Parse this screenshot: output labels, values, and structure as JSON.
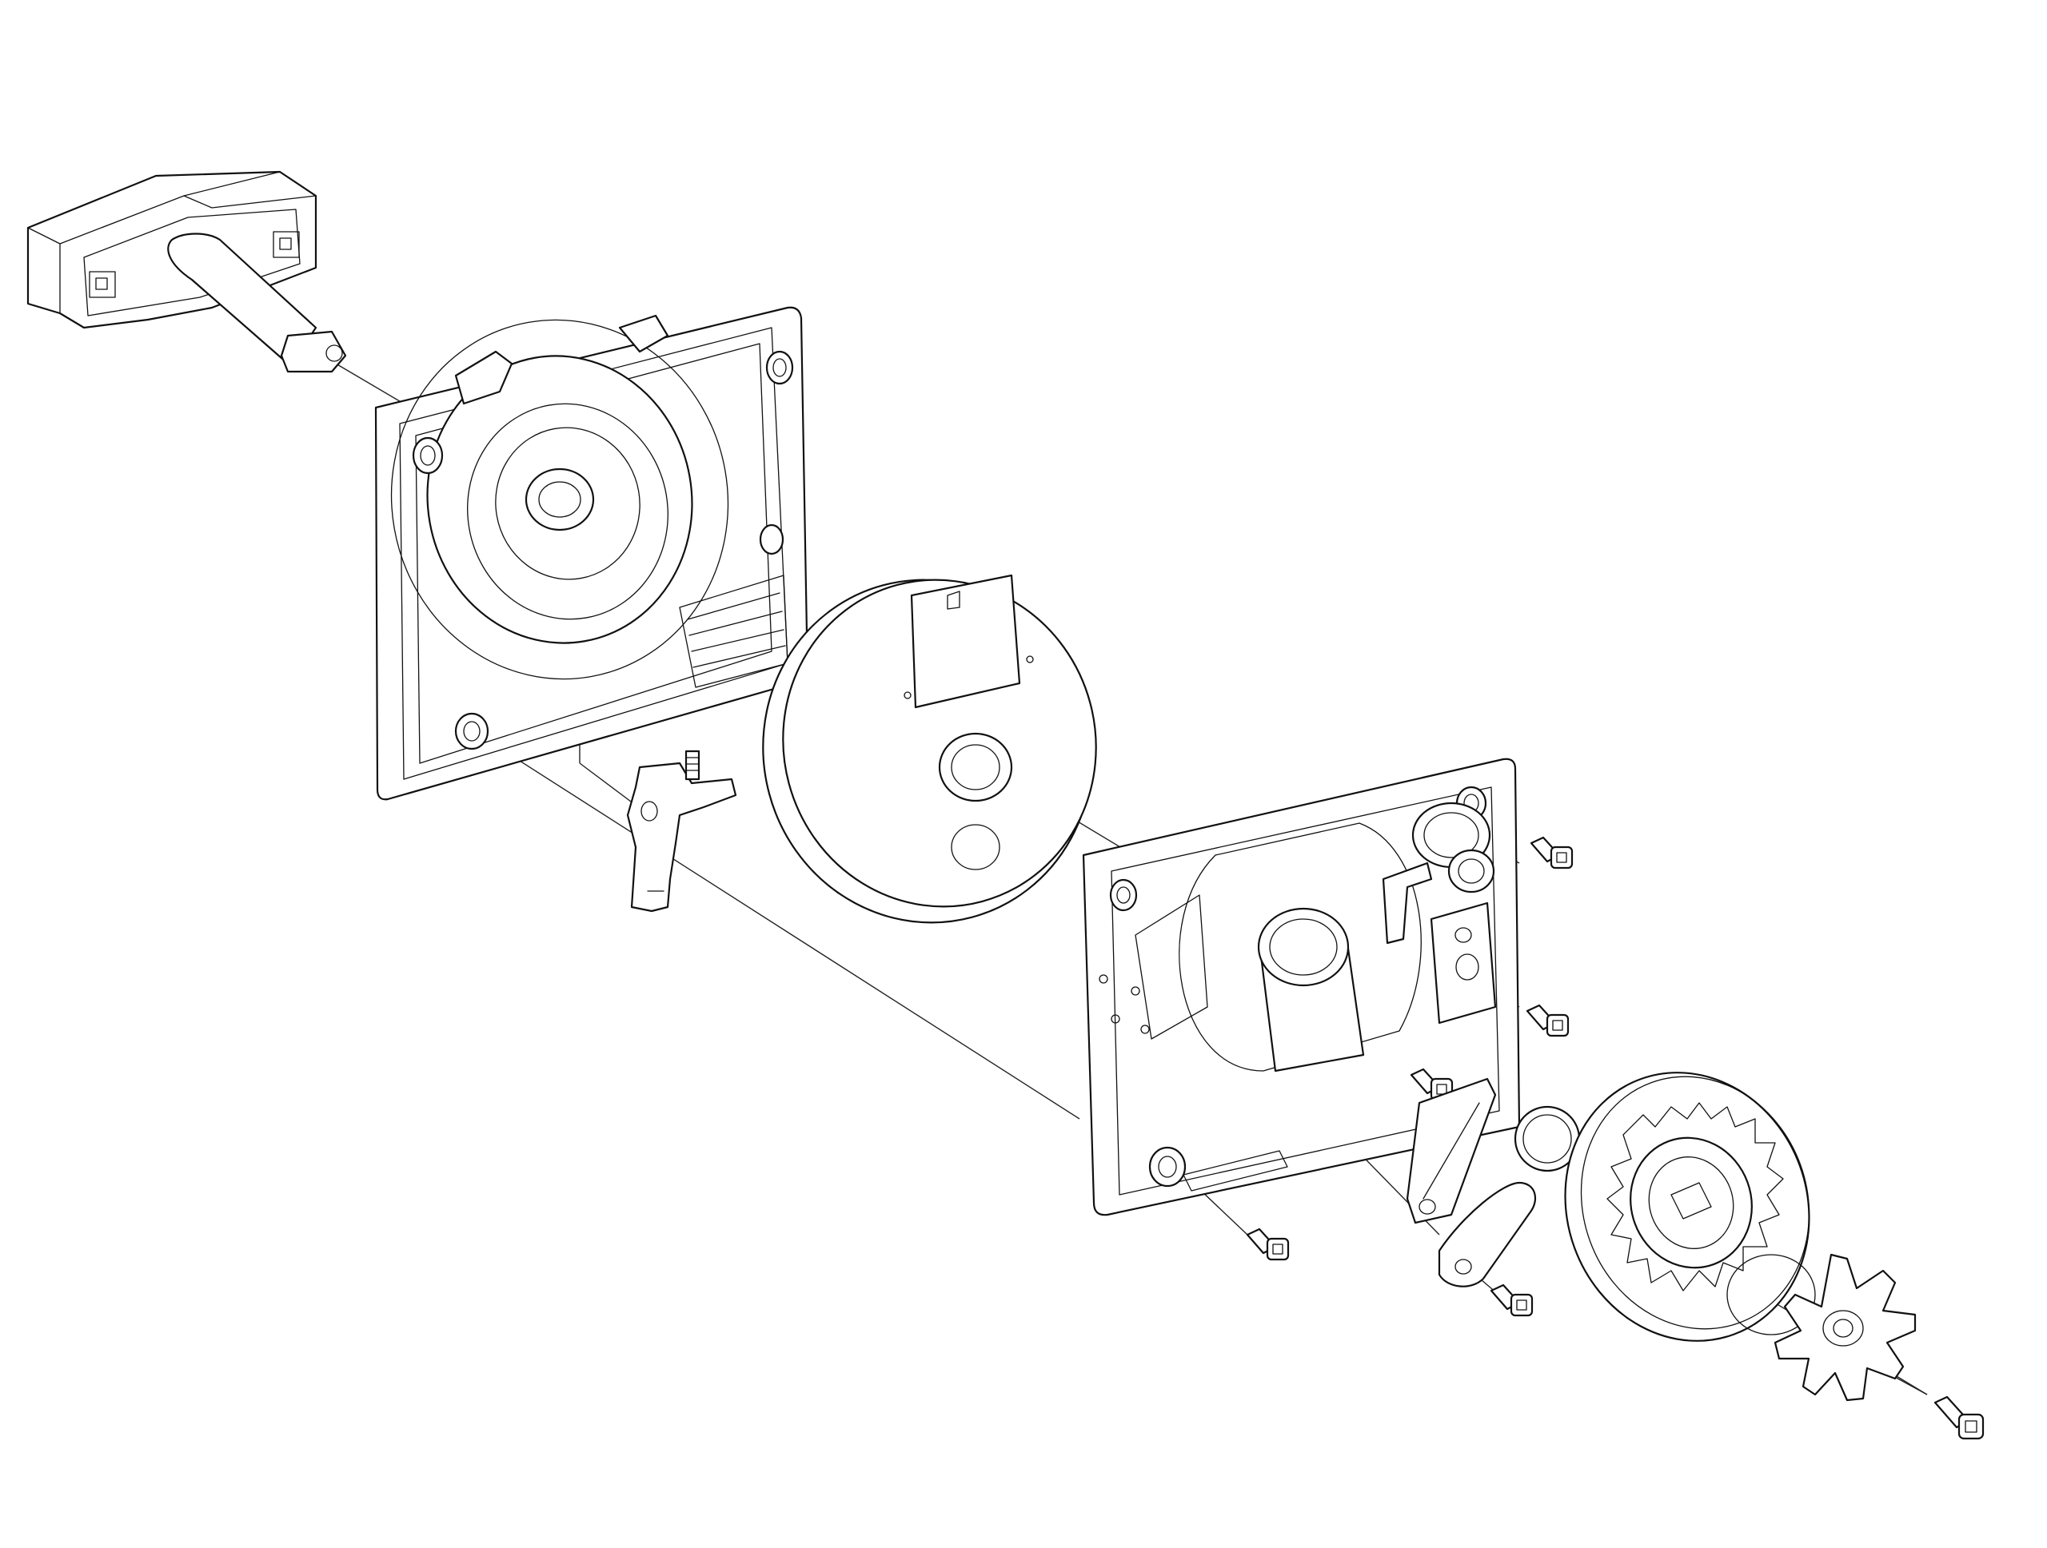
{
  "diagram": {
    "type": "exploded-assembly-line-drawing",
    "colors": {
      "line": "#111111",
      "background": "#ffffff"
    },
    "parts": [
      "handle",
      "front-housing-plate",
      "pawl-lever",
      "set-screw",
      "cam-disc",
      "rear-housing-plate",
      "mounting-screw",
      "retaining-ring",
      "link-bracket",
      "ratchet-gear",
      "star-wheel"
    ]
  }
}
